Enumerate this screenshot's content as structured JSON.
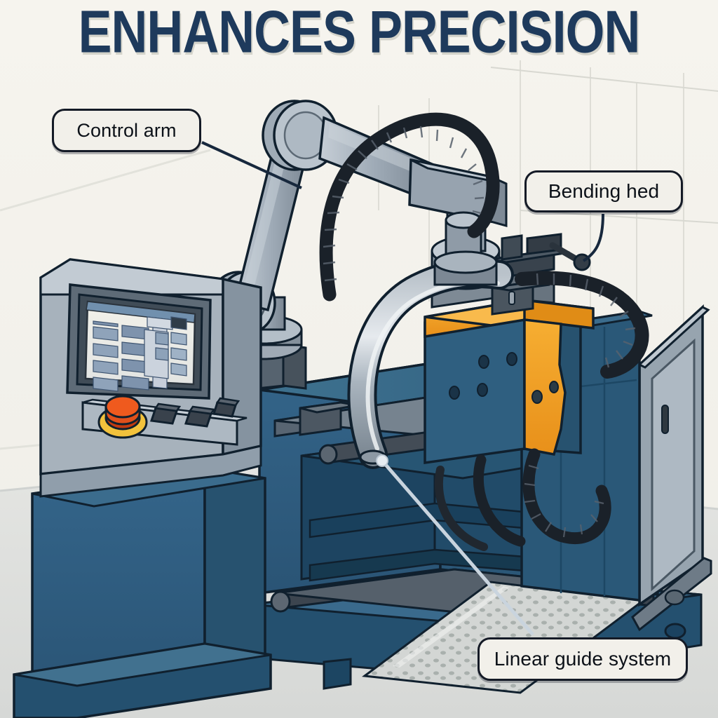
{
  "title": "ENHANCES PRECISION",
  "illustration": {
    "subject": "CNC tube bending machine with robotic loading arm",
    "style": "flat vector technical illustration, isometric three-quarter view"
  },
  "callouts": [
    {
      "id": "control-arm",
      "label": "Control arm",
      "target": "articulated robot arm elbow joint"
    },
    {
      "id": "bending-head",
      "label": "Bending hed",
      "target": "clamp die arm on bending head"
    },
    {
      "id": "linear-guide",
      "label": "Linear guide system",
      "target": "machine bed rails"
    }
  ],
  "machine": {
    "hmi_panel": {
      "name": "operator control console",
      "screen": {
        "title_bar": true,
        "grid_columns": 4,
        "grid_rows": 6
      },
      "emergency_stop": {
        "color": "#E04A18",
        "collar": "#F2C23C"
      },
      "buttons": 3
    },
    "robot_arm": {
      "joints": 3,
      "cable": "ribbed black loom loop"
    },
    "bending_head": {
      "accent_color": "#EE9A1E",
      "body_color": "#2D5A7B"
    },
    "cabinet": {
      "name": "electrical enclosure",
      "door_handle": true
    },
    "bed": {
      "rails": 3,
      "chip_tray": true
    }
  },
  "colors": {
    "background": "#F4F2EC",
    "floor": "#DCDEDC",
    "title": "#1E3A5C",
    "ink": "#141A26",
    "machine_blue": "#2D5A7B",
    "machine_blue_dark": "#1E405C",
    "machine_blue_light": "#3C6E92",
    "accent_orange": "#EE9A1E",
    "accent_orange_light": "#F8B03A",
    "steel": "#9AA6B2",
    "steel_light": "#C3CCD5",
    "steel_dark": "#6A7886",
    "graphite": "#3A424C",
    "pill_fill": "#F2F0EA"
  }
}
